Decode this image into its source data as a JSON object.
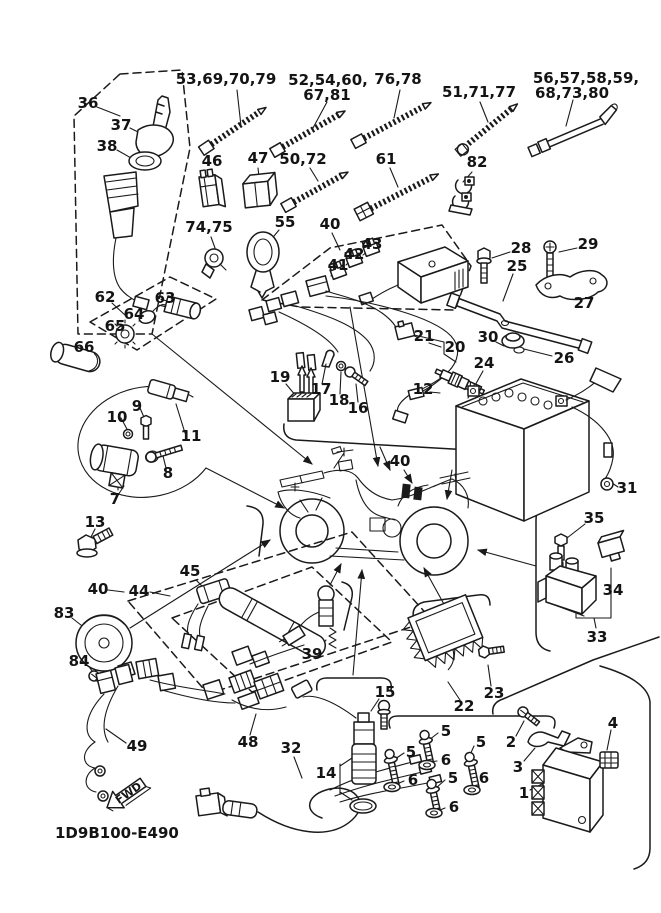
{
  "diagram": {
    "drawing_code": "1D9B100-E490",
    "fwd_label": "FWD",
    "line_color": "#1a1a1a",
    "background": "#ffffff",
    "labels": {
      "n1": "1",
      "n2": "2",
      "n3": "3",
      "n4": "4",
      "n5": "5",
      "n6": "6",
      "n7": "7",
      "n8": "8",
      "n9": "9",
      "n10": "10",
      "n11": "11",
      "n12": "12",
      "n13": "13",
      "n14": "14",
      "n15": "15",
      "n16": "16",
      "n17": "17",
      "n18": "18",
      "n19": "19",
      "n20": "20",
      "n21": "21",
      "n22": "22",
      "n23": "23",
      "n24": "24",
      "n25": "25",
      "n26": "26",
      "n27": "27",
      "n28": "28",
      "n29": "29",
      "n30": "30",
      "n31": "31",
      "n32": "32",
      "n33": "33",
      "n34": "34",
      "n35": "35",
      "n36": "36",
      "n37": "37",
      "n38": "38",
      "n39": "39",
      "n40": "40",
      "n41": "41",
      "n42": "42",
      "n43": "43",
      "n44": "44",
      "n45": "45",
      "n46": "46",
      "n47": "47",
      "n48": "48",
      "n49": "49",
      "n55": "55",
      "n61": "61",
      "n62": "62",
      "n63": "63",
      "n64": "64",
      "n65": "65",
      "n66": "66",
      "n82": "82",
      "n83": "83",
      "n84": "84",
      "c53": "53,69,70,79",
      "c52a": "52,54,60,",
      "c52b": "67,81",
      "c76": "76,78",
      "c51": "51,71,77",
      "c56a": "56,57,58,59,",
      "c56b": "68,73,80",
      "c50": "50,72",
      "c74": "74,75"
    }
  }
}
